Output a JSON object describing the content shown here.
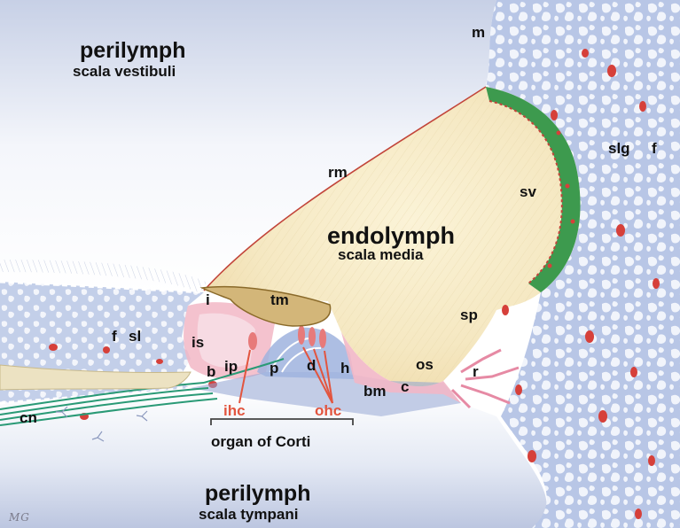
{
  "regions": {
    "scala_vestibuli": {
      "name": "perilymph",
      "sub": "scala vestibuli"
    },
    "scala_media": {
      "name": "endolymph",
      "sub": "scala media"
    },
    "scala_tympani": {
      "name": "perilymph",
      "sub": "scala tympani"
    }
  },
  "labels": {
    "m": "m",
    "slg": "slg",
    "f_right": "f",
    "rm": "rm",
    "sv": "sv",
    "i": "i",
    "tm": "tm",
    "sp": "sp",
    "f_left": "f",
    "sl": "sl",
    "is": "is",
    "b": "b",
    "ip": "ip",
    "p": "p",
    "d": "d",
    "h": "h",
    "os": "os",
    "r": "r",
    "bm": "bm",
    "c": "c",
    "cn": "cn",
    "ihc": "ihc",
    "ohc": "ohc"
  },
  "caption": "organ of Corti",
  "signature": "MG",
  "colors": {
    "perilymph": "#d4dbeb",
    "endolymph": "#f6eccb",
    "bone": "#b6c4e4",
    "stria": "#3d9a4e",
    "cells": "#f2b7c6",
    "tectorial": "#d3b679",
    "nerve": "#2a9a76",
    "highlight": "#e2553f"
  }
}
